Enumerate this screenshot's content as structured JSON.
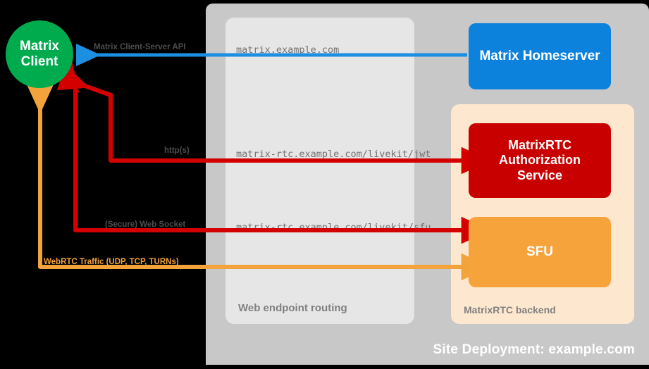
{
  "diagram": {
    "site_panel": {
      "label": "Site Deployment: example.com"
    },
    "web_panel": {
      "label": "Web endpoint routing",
      "endpoints": [
        {
          "name": "homeserver-endpoint",
          "url": "matrix.example.com"
        },
        {
          "name": "jwt-endpoint",
          "url": "matrix-rtc.example.com/livekit/jwt"
        },
        {
          "name": "sfu-endpoint",
          "url": "matrix-rtc.example.com/livekit/sfu"
        }
      ]
    },
    "rtc_panel": {
      "label": "MatrixRTC backend"
    },
    "nodes": {
      "client": "Matrix\nClient",
      "client_line1": "Matrix",
      "client_line2": "Client",
      "homeserver": "Matrix Homeserver",
      "auth_line1": "MatrixRTC",
      "auth_line2": "Authorization",
      "auth_line3": "Service",
      "sfu": "SFU"
    },
    "edges": [
      {
        "name": "matrix-client-server-api",
        "label": "Matrix Client-Server API",
        "color": "#1d8fe0"
      },
      {
        "name": "https-to-auth-service",
        "label": "http(s)",
        "color": "#d40000"
      },
      {
        "name": "secure-web-socket-to-sfu",
        "label": "(Secure) Web Socket",
        "color": "#d40000"
      },
      {
        "name": "webrtc-traffic-to-sfu",
        "label": "WebRTC Traffic (UDP, TCP, TURNs)",
        "color": "#f2a33c"
      }
    ],
    "colors": {
      "background": "#000000",
      "site_panel": "#c8c8c8",
      "web_panel": "#e6e6e6",
      "rtc_panel": "#fde8cf",
      "client_green": "#00ab4e",
      "homeserver_blue": "#0d82dd",
      "auth_red": "#c90000",
      "sfu_orange": "#f7a33c",
      "arrow_blue": "#1d8fe0",
      "arrow_red": "#d40000",
      "arrow_orange": "#f2a33c",
      "url_text": "#737373",
      "panel_label_text": "#808080",
      "edge_label_text": "#4d4d4d"
    }
  }
}
